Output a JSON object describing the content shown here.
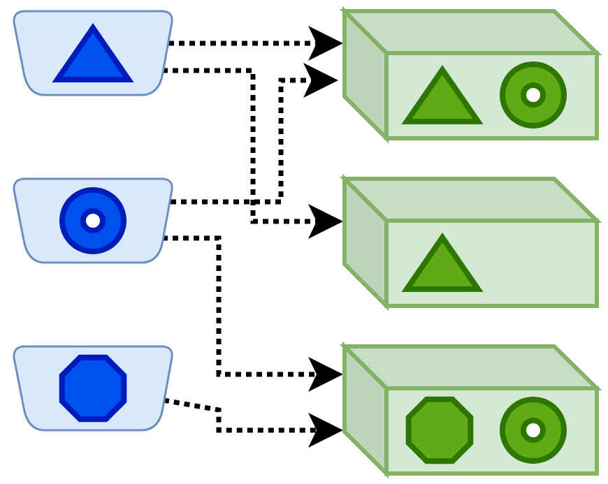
{
  "colors": {
    "source_fill": "#dae8fc",
    "source_stroke": "#6c8ebf",
    "source_icon_fill": "#0050ef",
    "source_icon_stroke": "#001dbc",
    "box_front": "#d5e8d4",
    "box_top": "#c8dcc6",
    "box_side": "#bfd4bd",
    "box_stroke": "#82b366",
    "target_icon_fill": "#60a917",
    "target_icon_stroke": "#2d7600",
    "connector": "#000000"
  },
  "sources": [
    {
      "id": "source-triangle",
      "icon": "triangle-icon"
    },
    {
      "id": "source-ring",
      "icon": "ring-icon"
    },
    {
      "id": "source-octagon",
      "icon": "octagon-icon"
    }
  ],
  "targets": [
    {
      "id": "target-box-1",
      "icons": [
        "triangle-icon",
        "ring-icon"
      ]
    },
    {
      "id": "target-box-2",
      "icons": [
        "triangle-icon"
      ]
    },
    {
      "id": "target-box-3",
      "icons": [
        "octagon-icon",
        "ring-icon"
      ]
    }
  ],
  "connections": [
    {
      "from": "source-triangle",
      "to": "target-box-1"
    },
    {
      "from": "source-triangle",
      "to": "target-box-2"
    },
    {
      "from": "source-ring",
      "to": "target-box-1"
    },
    {
      "from": "source-ring",
      "to": "target-box-3"
    },
    {
      "from": "source-octagon",
      "to": "target-box-3"
    }
  ]
}
